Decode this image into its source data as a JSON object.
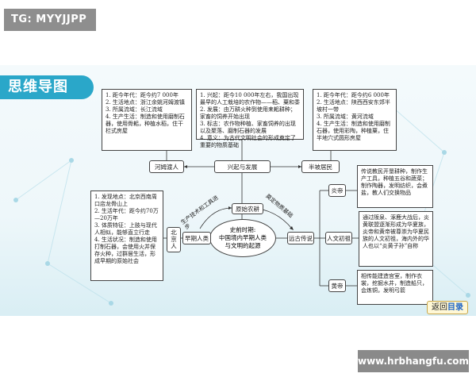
{
  "tag": "TG: MYYJJPP",
  "slide_title": "思维导图",
  "back_button": {
    "prefix": "返回",
    "label": "目录"
  },
  "watermark": "www.hrbhangfu.com",
  "mindmap": {
    "center": "史前时期:\n中国境内早期人类\n与文明的起源",
    "rise_node": "兴起与发展",
    "hemudu_node": "河姆渡人",
    "banpo_node": "半坡居民",
    "agri_node": "原始农耕",
    "early_node": "早期人类",
    "peking_node": "北京人",
    "legend_node": "远古传说",
    "ancestor_node": "人文初祖",
    "yandi_node": "炎帝",
    "huangdi_node": "黄帝",
    "label_prod": "生产技术和工具进步",
    "label_sign": "奠定物质基础",
    "hemudu_box": "1. 距今年代：距今约7 000年\n2. 生活地点：浙江余姚河姆渡镇\n3. 所属流域：长江流域\n4. 生产生活：制造和使用磨制石器，使用骨耜，种植水稻，住干栏式房屋",
    "rise_box": "1. 兴起：距今10 000年左右，我国出现最早的人工栽培的农作物——稻、粟和黍\n2. 发展：由万耕火种到使用耒耜耕种；家畜的饲养开始出现\n3. 标志：农作物种植、家畜饲养的出现以及聚落、磨制石器的发展\n4. 意义：为古代文明社会的形成奠定了重要的物质基础",
    "banpo_box": "1. 距今年代：距今约6 000年\n2. 生活地点：陕西西安东郊半坡村一带\n3. 所属流域：黄河流域\n4. 生产生活：制造和使用磨制石器，使用彩陶，种植粟，住半地穴式圆形房屋",
    "peking_box": "1. 发现地点：北京西南周口店龙骨山上\n2. 生活年代：距今约70万—20万年\n3. 体质特征：上肢与现代人相似，能够直立行走\n4. 生活状况：制造和使用打制石器，会使用火并保存火种，过群居生活，形成早期的原始社会",
    "yandi_box": "传说教民开垦耕种，制作生产工具，种植五谷和蔬菜；制作陶器，发明纺织，会煮盐，教人们交换物品",
    "ancestor_box": "通过阪泉、涿鹿大战后，炎黄联盟逐渐形成为华夏族，炎帝和黄帝被尊崇为华夏民族的人文初祖，海内外的华人也以“炎黄子孙”自称",
    "huangdi_box": "相传能建造宫室，制作衣裳，挖掘水井，制造船只，会炼铜，发明弓箭"
  }
}
